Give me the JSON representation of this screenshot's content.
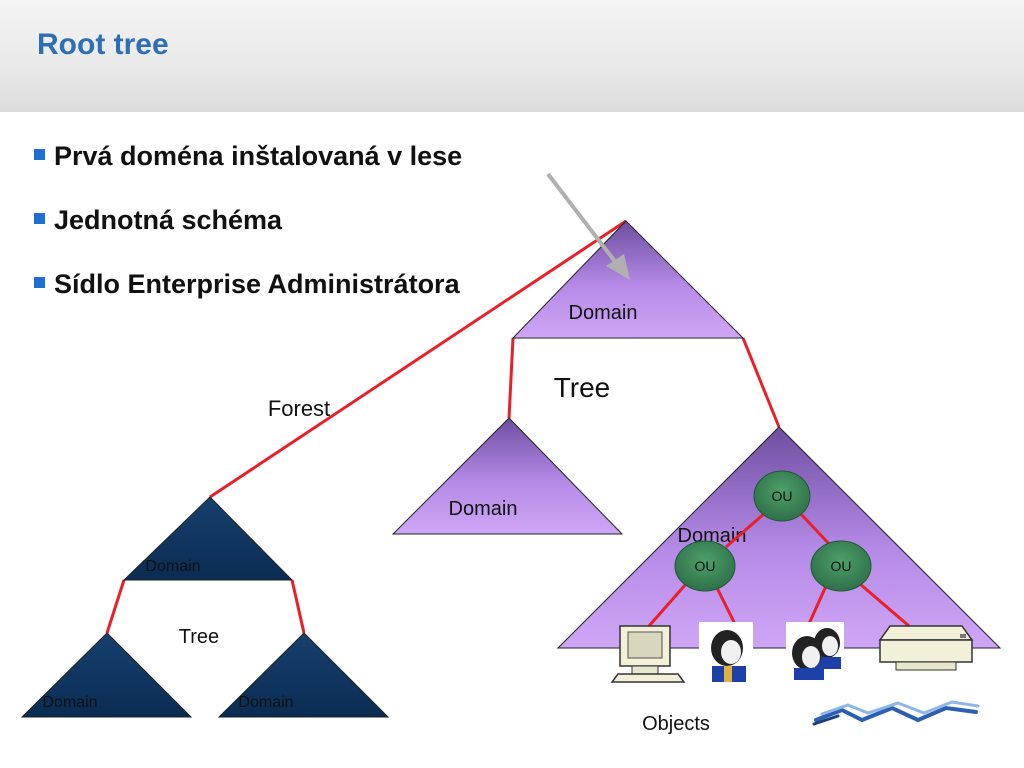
{
  "header": {
    "title": "Root tree"
  },
  "bullets": [
    "Prvá doména inštalovaná v lese",
    "Jednotná schéma",
    "Sídlo Enterprise Administrátora"
  ],
  "diagram": {
    "root_domain_label": "Domain",
    "tree_label_main": "Tree",
    "forest_label": "Forest",
    "child_domain_label": "Domain",
    "ou_domain_label": "Domain",
    "ou_labels": [
      "OU",
      "OU",
      "OU"
    ],
    "objects_label": "Objects",
    "left_tree_label": "Tree",
    "left_top_domain_label": "Domain",
    "left_bottom_left_label": "Domain",
    "left_bottom_right_label": "Domain"
  },
  "colors": {
    "title": "#2e6eb7",
    "bullet_square": "#1d6fd1",
    "connector": "#e8202a",
    "purple_fill": "#c9a0f0",
    "navy_fill": "#0f3a66",
    "ou_fill": "#3c8a5a"
  }
}
